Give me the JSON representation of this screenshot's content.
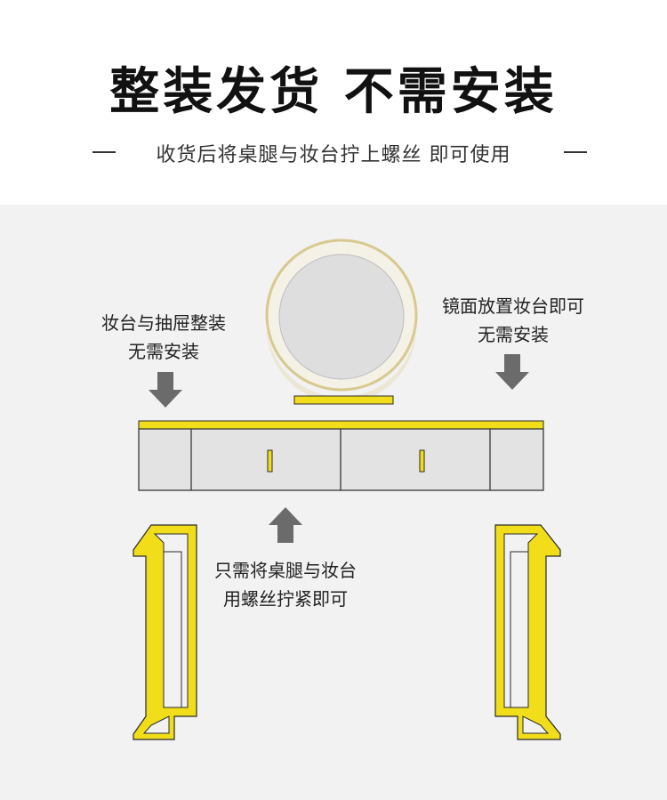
{
  "header": {
    "title": "整装发货 不需安装",
    "subtitle": "收货后将桌腿与妆台拧上螺丝 即可使用"
  },
  "callouts": {
    "left_line1": "妆台与抽屉整装",
    "left_line2": "无需安装",
    "right_line1": "镜面放置妆台即可",
    "right_line2": "无需安装",
    "bottom_line1": "只需将桌腿与妆台",
    "bottom_line2": "用螺丝拧紧即可"
  },
  "colors": {
    "accent_yellow": "#f2dd1a",
    "outline_dark": "#2b2b2b",
    "arrow_gray": "#6b6b6b",
    "panel_bg": "#f2f2f2",
    "drawer_fill": "#e3e3e3",
    "mirror_gold": "#d8c98f"
  },
  "icons": {
    "arrows": [
      "arrow-down-icon",
      "arrow-down-icon",
      "arrow-up-icon"
    ]
  }
}
